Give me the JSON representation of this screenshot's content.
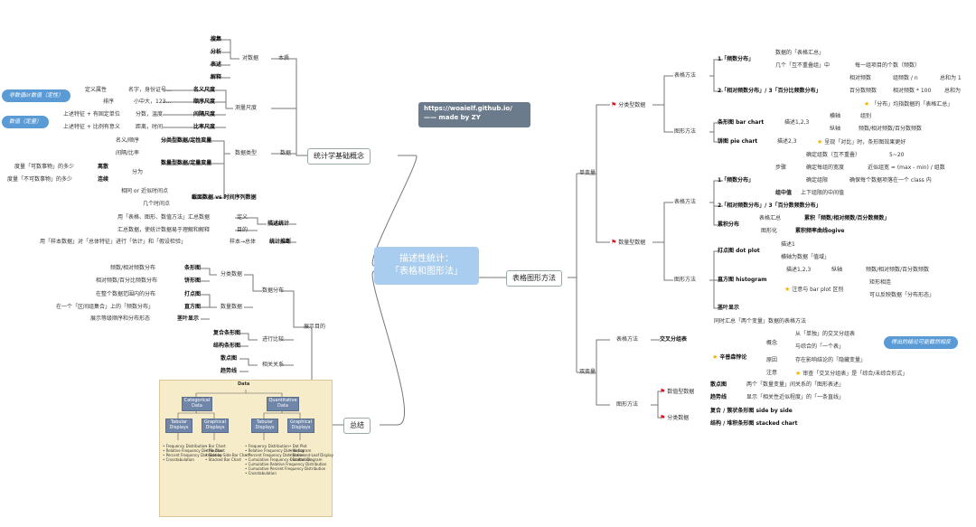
{
  "center": {
    "title1": "描述性统计：",
    "title2": "「表格和图形法」"
  },
  "url": {
    "line1": "https://woaielf.github.io/",
    "line2": "—— made by ZY"
  },
  "l1": {
    "basics": "统计学基础概念",
    "methods": "表格图形方法",
    "summary": "总结"
  },
  "basics": {
    "benzhi": "本质",
    "duishuju": "对数据",
    "ops": [
      "搜集",
      "分析",
      "表述",
      "解释"
    ],
    "celiang": "测量尺度",
    "scales": [
      {
        "a": "定义属性",
        "b": "名字，身份证号…",
        "c": "名义尺度"
      },
      {
        "a": "排序",
        "b": "小中大，123…",
        "c": "顺序尺度"
      },
      {
        "a": "上述特征 + 有固定单位",
        "b": "分数，温度",
        "c": "间隔尺度"
      },
      {
        "a": "上述特征 + 比例有意义",
        "b": "距离，时间",
        "c": "比率尺度"
      }
    ],
    "callout1": "非数值or数值（定性）",
    "callout2": "数值（定量）",
    "shuju": "数据",
    "shujuleixing": "数据类型",
    "types": [
      {
        "a": "名义/顺序",
        "c": "分类型数据/定性变量"
      },
      {
        "a": "间隔/比率",
        "c": "数量型数据/定量变量"
      }
    ],
    "fenwei": "分为",
    "discrete_desc": "度量「可数事物」的多少",
    "discrete": "离散",
    "cont_desc": "度量「不可数事物」的多少",
    "cont": "连续",
    "ts1": "相同 or 近似时间点",
    "ts2": "几个时间点",
    "ts3": "截面数据 vs 时间序列数据",
    "desc1": "用「表格、图形、数值方法」汇总数据",
    "ding": "定义",
    "descstat": "描述统计",
    "desc2": "汇总数据，使统计数据易于理解和解释",
    "mudi": "目的",
    "infer1": "用「样本数据」对「总体特征」进行「估计」和「假设检验」",
    "infer2": "样本→总体",
    "inferstat": "统计推断"
  },
  "summary": {
    "zhanshi": "展示目的",
    "fenbu": "数据分布",
    "fenleishuju": "分类数据",
    "shuliangshuju": "数量数据",
    "rows1": [
      {
        "a": "频数/相对频数分布",
        "c": "条形图"
      },
      {
        "a": "相对频数/百分比频数分布",
        "c": "饼形图"
      }
    ],
    "rows2": [
      {
        "a": "在整个数据范围内的分布",
        "c": "打点图"
      },
      {
        "a": "在一个「区间组集合」上的「频数分布」",
        "c": "直方图"
      },
      {
        "a": "展示等级顺序和分布形态",
        "c": "茎叶显示"
      }
    ],
    "jinxing": "进行比较",
    "fuhe": "复合条形图",
    "jiegou": "结构条形图",
    "guanxi": "相关关系",
    "sandian": "散点图",
    "qushi": "趋势线",
    "diagram": {
      "data": "Data",
      "cat": "Categorical Data",
      "quant": "Quantitative Data",
      "tab": "Tabular Displays",
      "gra": "Graphical Displays",
      "l1": [
        "• Frequency Distribution",
        "• Relative Frequency Distribution",
        "• Percent Frequency Distribution",
        "• Crosstabulation"
      ],
      "l2": [
        "• Bar Chart",
        "• Pie Chart",
        "• Side-by-Side Bar Chart",
        "• Stacked Bar Chart"
      ],
      "l3": [
        "• Frequency Distribution",
        "• Relative Frequency Distribution",
        "• Percent Frequency Distribution",
        "• Cumulative Frequency Distribution",
        "• Cumulative Relative Frequency Distribution",
        "• Cumulative Percent Frequency Distribution",
        "• Crosstabulation"
      ],
      "l4": [
        "• Dot Plot",
        "• Histogram",
        "• Stem-and-Leaf Display",
        "• Scatter Diagram"
      ]
    }
  },
  "methods": {
    "danbianliang": "单变量",
    "shuangbianliang": "双变量",
    "fenlei": "分类型数据",
    "shuliang": "数量型数据",
    "biaoge": "表格方法",
    "tuxing": "图形方法",
    "pinshu": "1「频数分布」",
    "pinshu_d1": "数据的「表格汇总」",
    "pinshu_d2": "几个「互不重叠组」中",
    "pinshu_d3": "每一组项目的个数（频数）",
    "xiangdui": "2「相对频数分布」/ 3「百分比频数分布」",
    "xd1": "相对频数",
    "xd1b": "组频数 / n",
    "xd1c": "总和为 1",
    "xd2": "百分数频数",
    "xd2b": "相对频数 * 100",
    "xd2c": "总和为",
    "xd3": "「分布」均指数据的「表格汇总」",
    "bar": "条形图 bar chart",
    "bar_a": "描述1,2,3",
    "bar_b": "横轴",
    "bar_c": "组别",
    "bar_d": "纵轴",
    "bar_e": "频数/相对频数/百分数频数",
    "pie": "饼图 pie chart",
    "pie_a": "描述2,3",
    "pie_b": "呈现「对比」时，条形图效果更好",
    "q_pinshu": "1「频数分布」",
    "bz": "步骤",
    "s1": "确定组数（互不重叠）",
    "s1b": "5~20",
    "s2": "确定每组的宽度",
    "s2b": "近似组宽 = (max - min) / 组数",
    "s3": "确定组限",
    "s3b": "确保每个数据项落在一个 class 内",
    "zhongzhi": "组中值",
    "zhongzhi_b": "上下组限的中间值",
    "q_xd": "2「相对频数分布」/ 3「百分数频数分布」",
    "leiji": "累积分布",
    "leiji_a": "表格汇总",
    "leiji_b": "累积「频数/相对频数/百分数频数」",
    "leiji_c": "图形化",
    "leiji_d": "累积频率曲线ogive",
    "dot": "打点图 dot plot",
    "dot_a": "描述1",
    "dot_b": "横轴为数据「值域」",
    "hist": "直方图 histogram",
    "hist_a": "描述1,2,3",
    "hist_b": "纵轴",
    "hist_c": "频数/相对频数/百分数频数",
    "hist_d": "注意与 bar plot 区别",
    "hist_e": "矩形相连",
    "hist_f": "可以反映数据「分布形态」",
    "stem": "茎叶显示",
    "cross_intro": "同时汇总「两个变量」数据的表格方法",
    "cross": "交叉分组表",
    "e1": "从「单独」的交叉分组表",
    "e2": "与综合的「一个表」",
    "callout3": "得出的结论可能截然相反",
    "simpson": "辛普森悖论",
    "gainian": "概念",
    "yuanyin": "原因",
    "yuanyin_b": "存在影响结论的「隐藏变量」",
    "zhuyi": "注意",
    "zhuyi_b": "审查「交叉分组表」是「综合/未综合形式」",
    "shuliangxing": "数值型数据",
    "sandian": "散点图",
    "sandian_b": "两个「数量变量」间关系的「图形表述」",
    "qushi": "趋势线",
    "qushi_b": "显示「相关性近似程度」的「一条直线」",
    "fenleixing": "分类数据",
    "sbs": "复合 / 簇状条形图 side by side",
    "stacked": "结构 / 堆积条形图 stacked chart"
  }
}
